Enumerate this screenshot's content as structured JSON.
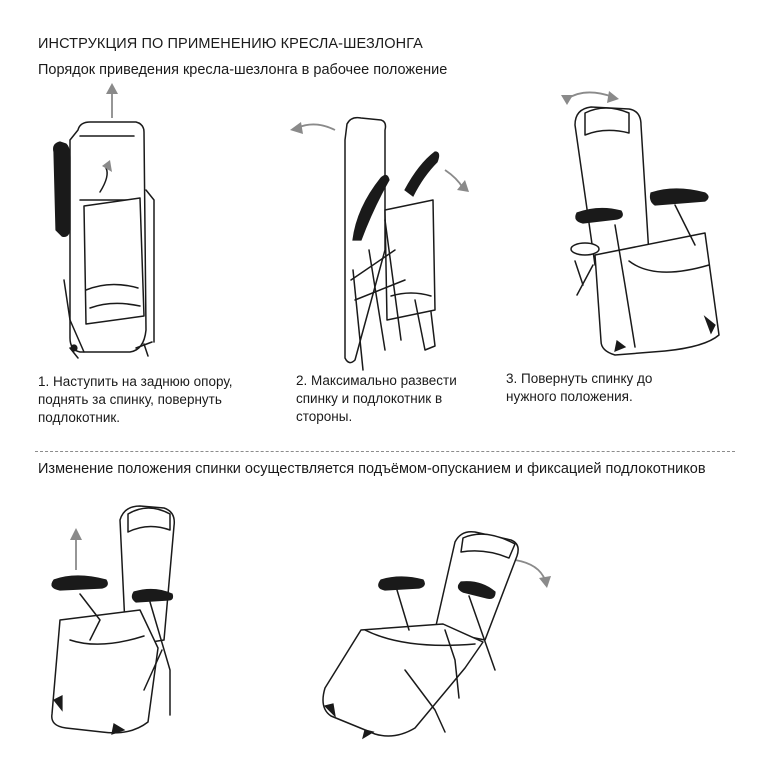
{
  "document": {
    "title": "ИНСТРУКЦИЯ ПО ПРИМЕНЕНИЮ КРЕСЛА-ШЕЗЛОНГА",
    "subtitle": "Порядок приведения кресла-шезлонга в рабочее положение",
    "steps": [
      {
        "text": "1. Наступить на заднюю опору, поднять за спинку, повернуть подлокотник."
      },
      {
        "text": "2. Максимально развести спинку и подлокотник в стороны."
      },
      {
        "text": "3. Повернуть спинку до нужного положения."
      }
    ],
    "section2_text": "Изменение положения спинки осуществляется подъёмом-опусканием и фиксацией подлокотников"
  },
  "illustrations": [
    {
      "icon": "folded-chair-icon"
    },
    {
      "icon": "unfolding-chair-icon"
    },
    {
      "icon": "chair-upright-icon"
    },
    {
      "icon": "chair-raise-back-icon"
    },
    {
      "icon": "chair-reclined-icon"
    }
  ],
  "colors": {
    "text": "#1a1a1a",
    "arrow": "#8a8a8a",
    "divider": "#8c8c8c"
  }
}
